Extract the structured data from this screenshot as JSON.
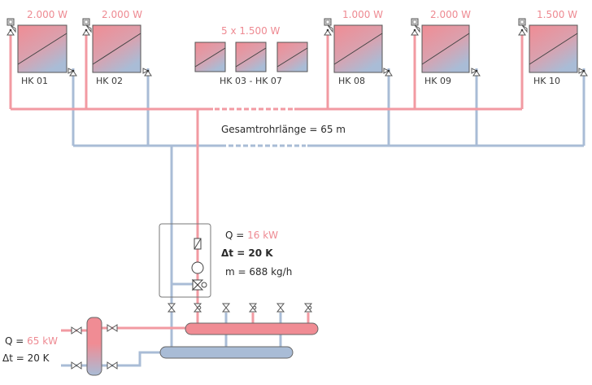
{
  "colors": {
    "supply": "#f29aa2",
    "return": "#a9bcd6",
    "radiator_top": "#f08c94",
    "radiator_bottom": "#a9bcd6",
    "outline": "#555555",
    "highlight_text": "#ee8a92"
  },
  "radiators": [
    {
      "id": "HK 01",
      "power": "2.000 W"
    },
    {
      "id": "HK 02",
      "power": "2.000 W"
    },
    {
      "id": "HK 08",
      "power": "1.000 W"
    },
    {
      "id": "HK 09",
      "power": "2.000 W"
    },
    {
      "id": "HK 10",
      "power": "1.500 W"
    }
  ],
  "radiator_group": {
    "label": "HK 03 - HK 07",
    "power": "5 x 1.500 W",
    "count": 3
  },
  "pipe_length_label": "Gesamtrohrlänge = 65 m",
  "circuit_info": {
    "q_prefix": "Q = ",
    "q_value": "16 kW",
    "dt": "Δt = 20 K",
    "m": "m = 688 kg/h"
  },
  "source_info": {
    "q_prefix": "Q = ",
    "q_value": "65 kW",
    "dt": "Δt = 20 K"
  },
  "icons": {
    "thermostat": "thermostat-valve-icon",
    "lockshield": "return-valve-icon",
    "pump": "pump-icon",
    "check_valve": "check-valve-icon",
    "mixing_valve": "mixing-valve-icon",
    "shutoff_valve": "shutoff-valve-icon"
  }
}
